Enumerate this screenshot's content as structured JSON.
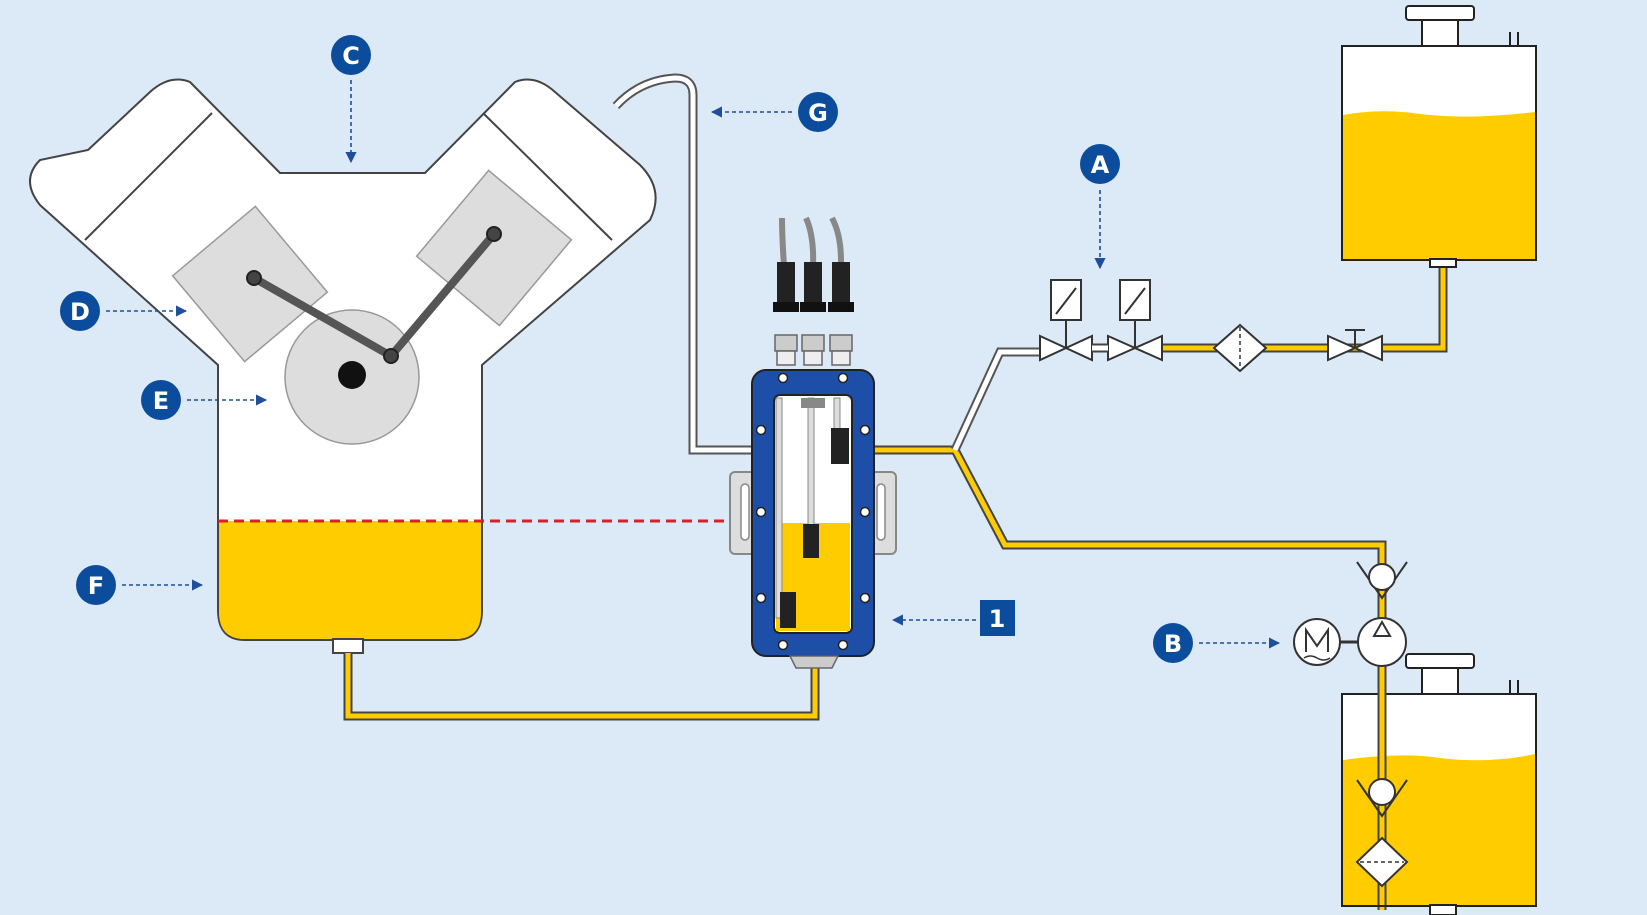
{
  "diagram": {
    "callouts": {
      "a": "A",
      "b": "B",
      "c": "C",
      "d": "D",
      "e": "E",
      "f": "F",
      "g": "G"
    },
    "component_number": "1"
  },
  "colors": {
    "background": "#dce9f6",
    "callout_fill": "#0b4d9c",
    "oil": "#ffcc00",
    "level_line": "#d9202a",
    "monitor_body": "#1e4fa8"
  },
  "icons": {
    "motor": "motor-icon",
    "pump": "pump-icon",
    "filter": "filter-icon",
    "solenoid_valve": "solenoid-valve-icon",
    "manual_valve": "manual-valve-icon",
    "check_valve": "check-valve-icon"
  }
}
